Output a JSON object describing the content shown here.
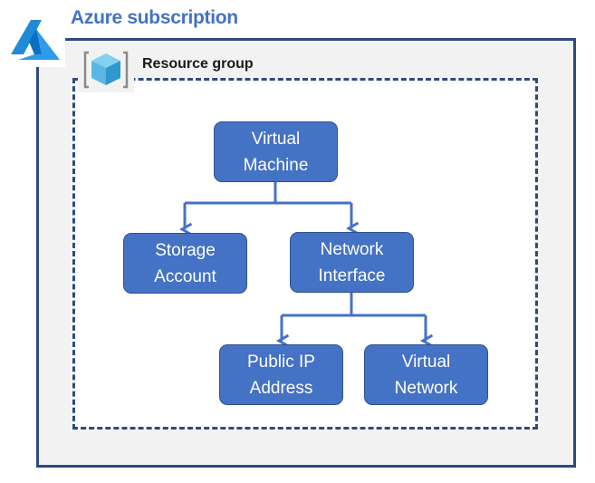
{
  "subscription": {
    "title": "Azure subscription",
    "logo_icon": "azure-logo-icon"
  },
  "resource_group": {
    "title": "Resource group",
    "icon": "resource-group-cube-icon"
  },
  "nodes": {
    "virtual_machine": {
      "line1": "Virtual",
      "line2": "Machine"
    },
    "storage_account": {
      "line1": "Storage",
      "line2": "Account"
    },
    "network_interface": {
      "line1": "Network",
      "line2": "Interface"
    },
    "public_ip": {
      "line1": "Public IP",
      "line2": "Address"
    },
    "virtual_network": {
      "line1": "Virtual",
      "line2": "Network"
    }
  },
  "edges": [
    {
      "from": "Virtual Machine",
      "to": "Storage Account"
    },
    {
      "from": "Virtual Machine",
      "to": "Network Interface"
    },
    {
      "from": "Network Interface",
      "to": "Public IP Address"
    },
    {
      "from": "Network Interface",
      "to": "Virtual Network"
    }
  ],
  "colors": {
    "node_fill": "#4472c4",
    "node_border": "#2f528f",
    "frame_border": "#2e4a7f",
    "title_blue": "#4472c4",
    "frame_fill": "#f2f2f2",
    "connector": "#4472c4"
  }
}
